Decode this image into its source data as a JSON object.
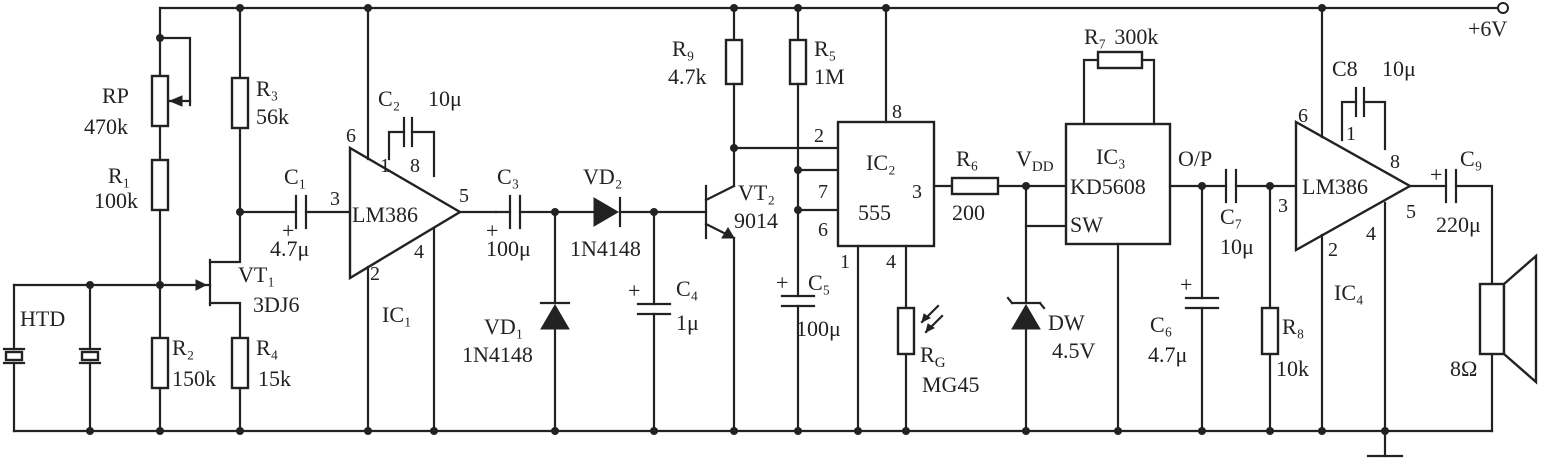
{
  "supply": {
    "label": "+6V"
  },
  "ic1": {
    "name": "IC₁",
    "part": "LM386",
    "pin3": "3",
    "pin5": "5",
    "pin6": "6",
    "pin2": "2",
    "pin4": "4",
    "pin1": "1",
    "pin8": "8"
  },
  "ic2": {
    "name": "IC₂",
    "part": "555",
    "pin2": "2",
    "pin3": "3",
    "pin7": "7",
    "pin6": "6",
    "pin8": "8",
    "pin1": "1",
    "pin4": "4"
  },
  "ic3": {
    "name": "IC₃",
    "part": "KD5608",
    "vdd": "V",
    "vdd_sub": "DD",
    "op": "O/P",
    "sw": "SW"
  },
  "ic4": {
    "name": "IC₄",
    "part": "LM386",
    "pin6": "6",
    "pin1": "1",
    "pin8": "8",
    "pin3": "3",
    "pin5": "5",
    "pin2": "2",
    "pin4": "4"
  },
  "components": {
    "rp": {
      "ref": "RP",
      "value": "470k"
    },
    "r1": {
      "ref": "R₁",
      "value": "100k"
    },
    "r2": {
      "ref": "R₂",
      "value": "150k"
    },
    "r3": {
      "ref": "R₃",
      "value": "56k"
    },
    "r4": {
      "ref": "R₄",
      "value": "15k"
    },
    "r5": {
      "ref": "R₅",
      "value": "1M"
    },
    "r6": {
      "ref": "R₆",
      "value": "200"
    },
    "r7": {
      "ref": "R₇",
      "value": "300k"
    },
    "r8": {
      "ref": "R₈",
      "value": "10k"
    },
    "r9": {
      "ref": "R₉",
      "value": "4.7k"
    },
    "rg": {
      "ref": "R_G",
      "ref_main": "R",
      "ref_sub": "G",
      "value": "MG45"
    },
    "c1": {
      "ref": "C₁",
      "value": "4.7μ"
    },
    "c2": {
      "ref": "C₂",
      "value": "10μ"
    },
    "c3": {
      "ref": "C₃",
      "value": "100μ"
    },
    "c4": {
      "ref": "C₄",
      "value": "1μ"
    },
    "c5": {
      "ref": "C₅",
      "value": "100μ"
    },
    "c6": {
      "ref": "C₆",
      "value": "4.7μ"
    },
    "c7": {
      "ref": "C₇",
      "value": "10μ"
    },
    "c8": {
      "ref": "C8",
      "value": "10μ"
    },
    "c9": {
      "ref": "C₉",
      "value": "220μ"
    },
    "vd1": {
      "ref": "VD₁",
      "value": "1N4148"
    },
    "vd2": {
      "ref": "VD₂",
      "value": "1N4148"
    },
    "vt1": {
      "ref": "VT₁",
      "value": "3DJ6"
    },
    "vt2": {
      "ref": "VT₂",
      "value": "9014"
    },
    "dw": {
      "ref": "DW",
      "value": "4.5V"
    },
    "htd": {
      "ref": "HTD"
    },
    "spk": {
      "value": "8Ω"
    }
  },
  "plus": "+"
}
